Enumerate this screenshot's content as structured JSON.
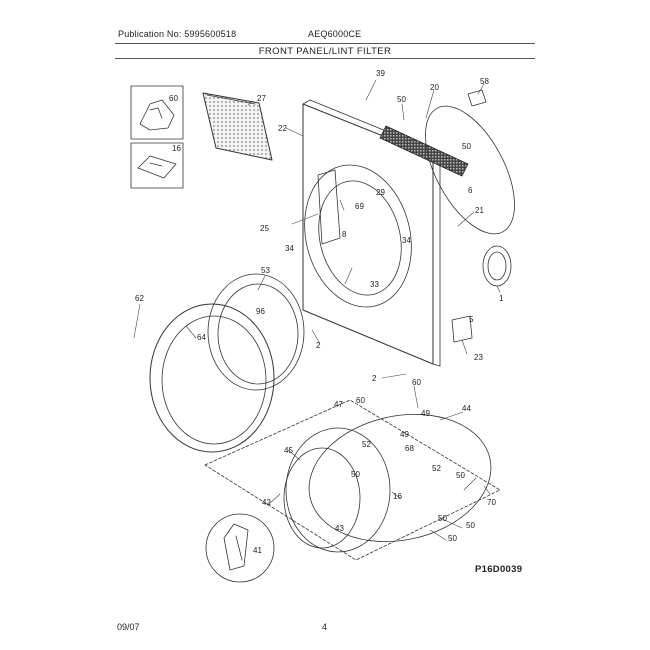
{
  "header": {
    "publication": "Publication No: 5995600518",
    "model": "AEQ6000CE",
    "section_title": "FRONT PANEL/LINT FILTER"
  },
  "footer": {
    "date": "09/07",
    "page_number": "4",
    "figure_id": "P16D0039"
  },
  "part_labels": [
    "39",
    "50",
    "20",
    "58",
    "60",
    "27",
    "22",
    "16",
    "50",
    "6",
    "29",
    "69",
    "21",
    "25",
    "8",
    "34",
    "34",
    "33",
    "1",
    "53",
    "62",
    "96",
    "5",
    "64",
    "2",
    "23",
    "2",
    "60",
    "47",
    "60",
    "49",
    "44",
    "45",
    "52",
    "49",
    "68",
    "50",
    "52",
    "50",
    "42",
    "16",
    "70",
    "50",
    "50",
    "43",
    "41",
    "50"
  ]
}
